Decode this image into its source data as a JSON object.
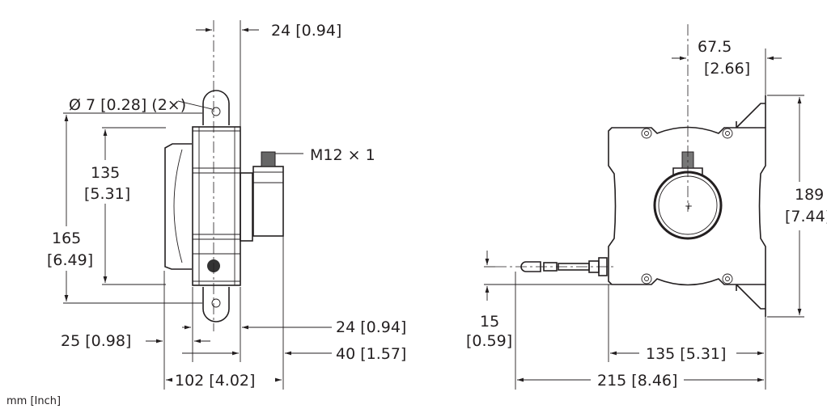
{
  "units_note": "mm [Inch]",
  "side_view": {
    "top_width": "24 [0.94]",
    "hole_diameter": "Ø 7 [0.28] (2×)",
    "connector": "M12 × 1",
    "inner_height_mm": "135",
    "inner_height_in": "[5.31]",
    "overall_height_mm": "165",
    "overall_height_in": "[6.49]",
    "bottom_width": "24 [0.94]",
    "offset": "25 [0.98]",
    "encoder_depth": "40 [1.57]",
    "overall_depth": "102 [4.02]"
  },
  "front_view": {
    "center_offset_mm": "67.5",
    "center_offset_in": "[2.66]",
    "height_mm": "189",
    "height_in": "[7.44]",
    "cable_offset_mm": "15",
    "cable_offset_in": "[0.59]",
    "body_width": "135 [5.31]",
    "overall_width": "215 [8.46]"
  }
}
